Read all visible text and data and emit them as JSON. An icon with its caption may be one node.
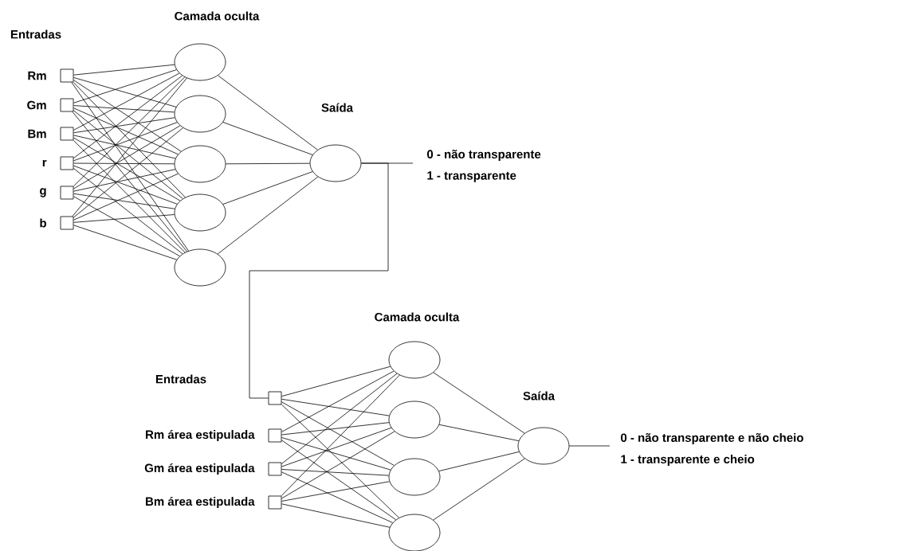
{
  "diagram": {
    "nodes": [
      {
        "text": [],
        "shape": "box",
        "beside": [
          "Rm"
        ]
      },
      {
        "text": [],
        "shape": "box",
        "beside": [
          "Gm"
        ]
      },
      {
        "text": [],
        "shape": "box",
        "beside": [
          "Bm"
        ]
      },
      {
        "text": [],
        "shape": "box",
        "beside": [
          "r"
        ]
      },
      {
        "text": [],
        "shape": "box",
        "beside": [
          "g"
        ]
      },
      {
        "text": [],
        "shape": "box",
        "beside": [
          "b"
        ]
      },
      {
        "text": [],
        "shape": "ellipse"
      },
      {
        "text": [],
        "shape": "ellipse"
      },
      {
        "text": [],
        "shape": "ellipse"
      },
      {
        "text": [],
        "shape": "ellipse"
      },
      {
        "text": [],
        "shape": "ellipse"
      },
      {
        "text": [],
        "shape": "ellipse"
      },
      {
        "text": [],
        "shape": "box"
      },
      {
        "text": [],
        "shape": "box",
        "beside": [
          "Rm área estipulada"
        ]
      },
      {
        "text": [],
        "shape": "box",
        "beside": [
          "Gm área estipulada"
        ]
      },
      {
        "text": [],
        "shape": "box",
        "beside": [
          "Bm área estipulada"
        ]
      },
      {
        "text": [],
        "shape": "ellipse"
      },
      {
        "text": [],
        "shape": "ellipse"
      },
      {
        "text": [],
        "shape": "ellipse"
      },
      {
        "text": [],
        "shape": "ellipse"
      },
      {
        "text": [],
        "shape": "ellipse"
      }
    ],
    "edges": [
      {
        "from": 0,
        "to": 6,
        "arrow": "none"
      },
      {
        "from": 0,
        "to": 7,
        "arrow": "none"
      },
      {
        "from": 0,
        "to": 8,
        "arrow": "none"
      },
      {
        "from": 0,
        "to": 9,
        "arrow": "none"
      },
      {
        "from": 0,
        "to": 10,
        "arrow": "none"
      },
      {
        "from": 1,
        "to": 6,
        "arrow": "none"
      },
      {
        "from": 1,
        "to": 7,
        "arrow": "none"
      },
      {
        "from": 1,
        "to": 8,
        "arrow": "none"
      },
      {
        "from": 1,
        "to": 9,
        "arrow": "none"
      },
      {
        "from": 1,
        "to": 10,
        "arrow": "none"
      },
      {
        "from": 2,
        "to": 6,
        "arrow": "none"
      },
      {
        "from": 2,
        "to": 7,
        "arrow": "none"
      },
      {
        "from": 2,
        "to": 8,
        "arrow": "none"
      },
      {
        "from": 2,
        "to": 9,
        "arrow": "none"
      },
      {
        "from": 2,
        "to": 10,
        "arrow": "none"
      },
      {
        "from": 3,
        "to": 6,
        "arrow": "none"
      },
      {
        "from": 3,
        "to": 7,
        "arrow": "none"
      },
      {
        "from": 3,
        "to": 8,
        "arrow": "none"
      },
      {
        "from": 3,
        "to": 9,
        "arrow": "none"
      },
      {
        "from": 3,
        "to": 10,
        "arrow": "none"
      },
      {
        "from": 4,
        "to": 6,
        "arrow": "none"
      },
      {
        "from": 4,
        "to": 7,
        "arrow": "none"
      },
      {
        "from": 4,
        "to": 8,
        "arrow": "none"
      },
      {
        "from": 4,
        "to": 9,
        "arrow": "none"
      },
      {
        "from": 4,
        "to": 10,
        "arrow": "none"
      },
      {
        "from": 5,
        "to": 6,
        "arrow": "none"
      },
      {
        "from": 5,
        "to": 7,
        "arrow": "none"
      },
      {
        "from": 5,
        "to": 8,
        "arrow": "none"
      },
      {
        "from": 5,
        "to": 9,
        "arrow": "none"
      },
      {
        "from": 5,
        "to": 10,
        "arrow": "none"
      },
      {
        "from": 6,
        "to": 11,
        "arrow": "none"
      },
      {
        "from": 7,
        "to": 11,
        "arrow": "none"
      },
      {
        "from": 8,
        "to": 11,
        "arrow": "none"
      },
      {
        "from": 9,
        "to": 11,
        "arrow": "none"
      },
      {
        "from": 10,
        "to": 11,
        "arrow": "none"
      },
      {
        "from": 11,
        "to": null,
        "arrow": "none"
      },
      {
        "from": 11,
        "to": 12,
        "arrow": "none"
      },
      {
        "from": 12,
        "to": 16,
        "arrow": "none"
      },
      {
        "from": 12,
        "to": 17,
        "arrow": "none"
      },
      {
        "from": 12,
        "to": 18,
        "arrow": "none"
      },
      {
        "from": 12,
        "to": 19,
        "arrow": "none"
      },
      {
        "from": 13,
        "to": 16,
        "arrow": "none"
      },
      {
        "from": 13,
        "to": 17,
        "arrow": "none"
      },
      {
        "from": 13,
        "to": 18,
        "arrow": "none"
      },
      {
        "from": 13,
        "to": 19,
        "arrow": "none"
      },
      {
        "from": 14,
        "to": 16,
        "arrow": "none"
      },
      {
        "from": 14,
        "to": 17,
        "arrow": "none"
      },
      {
        "from": 14,
        "to": 18,
        "arrow": "none"
      },
      {
        "from": 14,
        "to": 19,
        "arrow": "none"
      },
      {
        "from": 15,
        "to": 16,
        "arrow": "none"
      },
      {
        "from": 15,
        "to": 17,
        "arrow": "none"
      },
      {
        "from": 15,
        "to": 18,
        "arrow": "none"
      },
      {
        "from": 15,
        "to": 19,
        "arrow": "none"
      },
      {
        "from": 16,
        "to": 20,
        "arrow": "none"
      },
      {
        "from": 17,
        "to": 20,
        "arrow": "none"
      },
      {
        "from": 18,
        "to": 20,
        "arrow": "none"
      },
      {
        "from": 19,
        "to": 20,
        "arrow": "none"
      },
      {
        "from": 20,
        "to": null,
        "arrow": "none"
      }
    ],
    "labels": [
      "Camada oculta",
      "Entradas",
      "Saída",
      "0 - não transparente",
      "1 - transparente",
      "Camada oculta",
      "Entradas",
      "Saída",
      "0 - não transparente e não cheio",
      "1 - transparente e cheio"
    ]
  }
}
